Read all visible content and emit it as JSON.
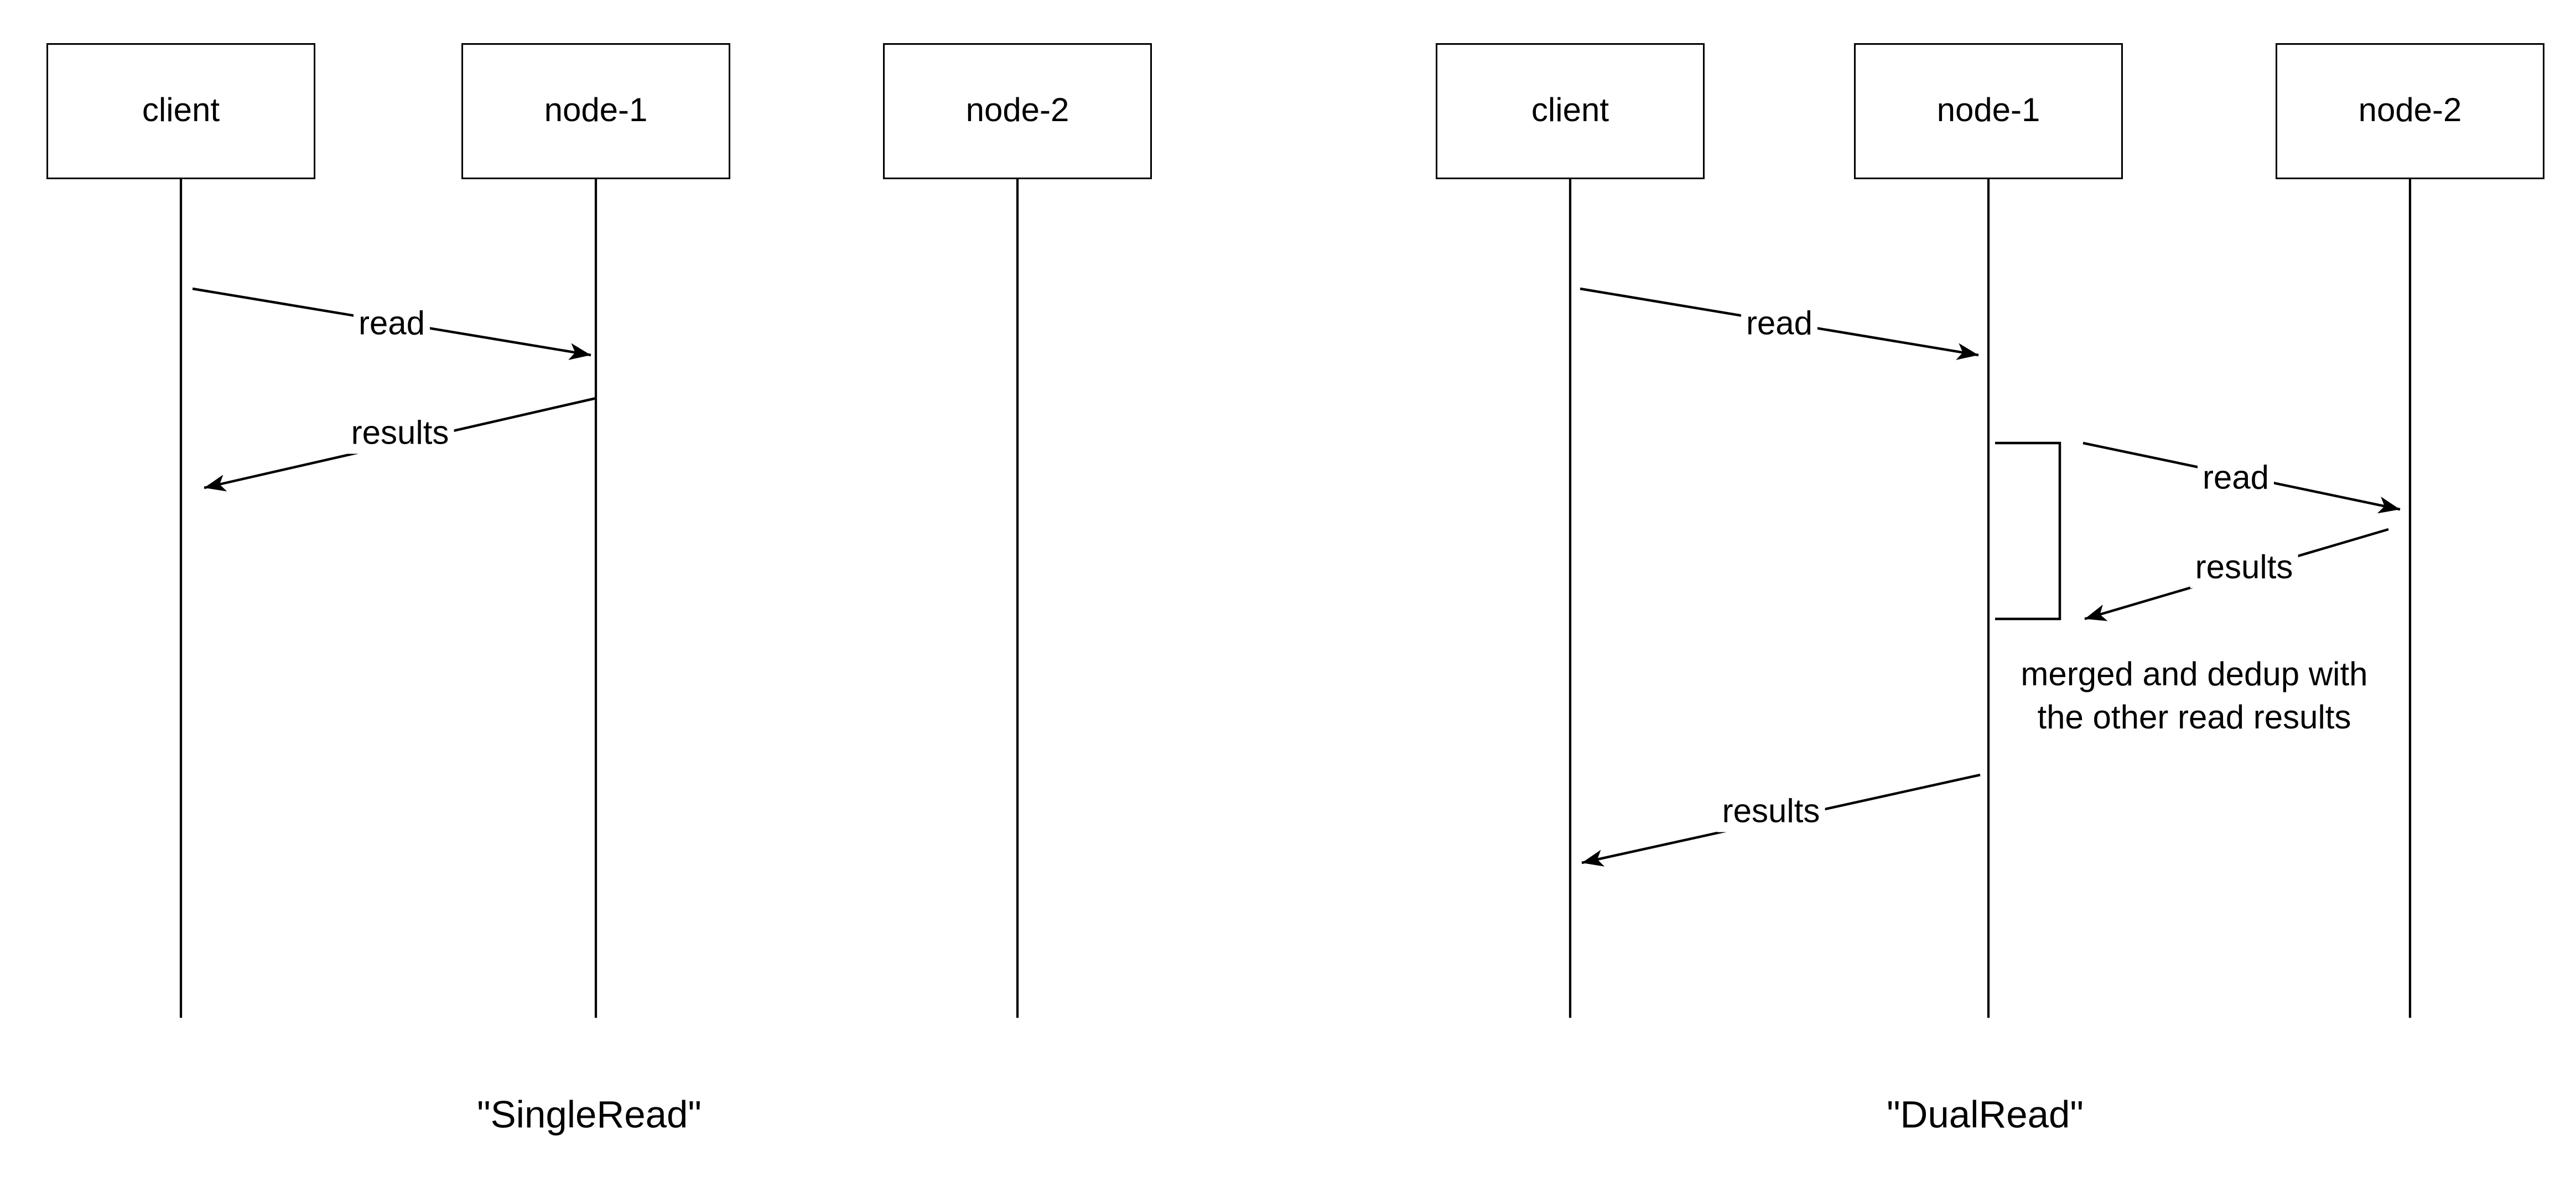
{
  "page": {
    "background": "#ffffff",
    "stroke_color": "#000000"
  },
  "diagrams": [
    {
      "name": "SingleRead",
      "caption": "\"SingleRead\"",
      "actors": [
        {
          "label": "client"
        },
        {
          "label": "node-1"
        },
        {
          "label": "node-2"
        }
      ],
      "messages": [
        {
          "label": "read",
          "from": "client",
          "to": "node-1"
        },
        {
          "label": "results",
          "from": "node-1",
          "to": "client"
        }
      ]
    },
    {
      "name": "DualRead",
      "caption": "\"DualRead\"",
      "actors": [
        {
          "label": "client"
        },
        {
          "label": "node-1"
        },
        {
          "label": "node-2"
        }
      ],
      "messages": [
        {
          "label": "read",
          "from": "client",
          "to": "node-1"
        },
        {
          "label": "read",
          "from": "node-1",
          "to": "node-2"
        },
        {
          "label": "results",
          "from": "node-2",
          "to": "node-1"
        },
        {
          "label": "results",
          "from": "node-1",
          "to": "client"
        }
      ],
      "note": {
        "line1": "merged and dedup with",
        "line2": "the other read results"
      }
    }
  ]
}
